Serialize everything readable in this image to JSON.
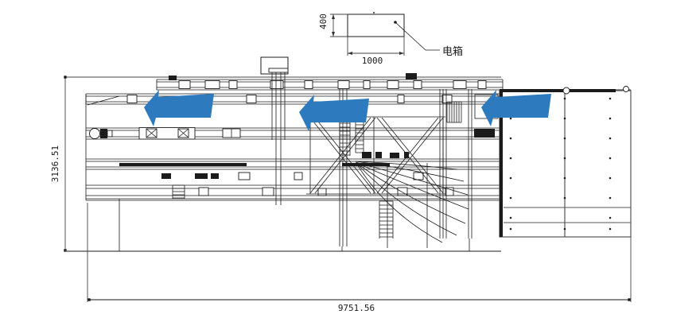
{
  "detail_view": {
    "label": "电箱",
    "height_dim": "400",
    "width_dim": "1000"
  },
  "main_view": {
    "overall_height_dim": "3136.51",
    "overall_length_dim": "9751.56",
    "flow_direction": "left",
    "flow_arrow_count": 3
  },
  "colors": {
    "arrow_blue": "#2E7ABF",
    "line_dark": "#1b1b1b",
    "dim_gray": "#555555"
  }
}
